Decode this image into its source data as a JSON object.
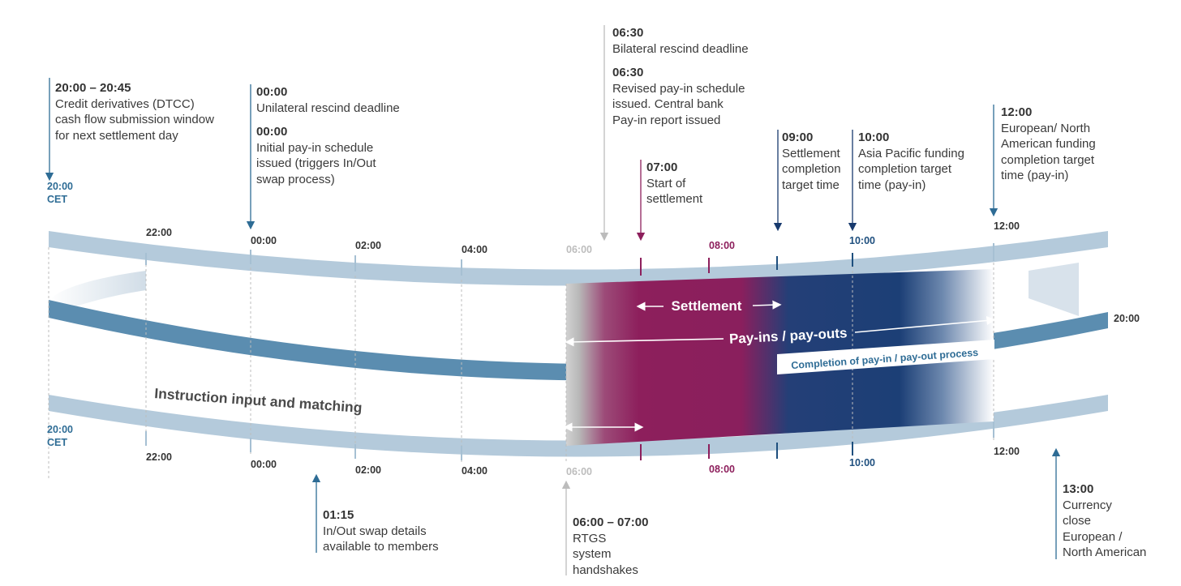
{
  "colors": {
    "ring_light": "#b4cadb",
    "ring_mid": "#5b8db0",
    "ring_dark_band": "#1e4f7e",
    "settlement_magenta": "#8d1f5c",
    "navy": "#183a6e",
    "arrow_blue": "#2e6c95",
    "grey": "#a8a8a8",
    "text": "#3a3a3a"
  },
  "top_annotations": [
    {
      "time": "20:00 – 20:45",
      "text": "Credit derivatives (DTCC)\ncash flow submission window\nfor next settlement day"
    },
    {
      "time": "00:00",
      "text": "Unilateral rescind deadline"
    },
    {
      "time": "00:00",
      "text": "Initial pay-in schedule\nissued (triggers In/Out\nswap process)"
    },
    {
      "time": "06:30",
      "text": "Bilateral rescind deadline"
    },
    {
      "time": "06:30",
      "text": "Revised pay-in schedule\nissued. Central bank\nPay-in report issued"
    },
    {
      "time": "07:00",
      "text": "Start of\nsettlement"
    },
    {
      "time": "09:00",
      "text": "Settlement\ncompletion\ntarget time"
    },
    {
      "time": "10:00",
      "text": "Asia Pacific funding\ncompletion target\ntime (pay-in)"
    },
    {
      "time": "12:00",
      "text": "European/ North\nAmerican funding\ncompletion target\ntime (pay-in)"
    }
  ],
  "bottom_annotations": [
    {
      "time": "01:15",
      "text": "In/Out swap details\navailable to members"
    },
    {
      "time": "06:00 – 07:00",
      "text": "RTGS\nsystem\nhandshakes"
    },
    {
      "time": "13:00",
      "text": "Currency\nclose\nEuropean /\nNorth American"
    }
  ],
  "top_ticks": [
    "20:00\nCET",
    "22:00",
    "00:00",
    "02:00",
    "04:00",
    "06:00",
    "08:00",
    "10:00",
    "12:00",
    "20:00"
  ],
  "bottom_ticks": [
    "20:00\nCET",
    "22:00",
    "00:00",
    "02:00",
    "04:00",
    "06:00",
    "08:00",
    "10:00",
    "12:00"
  ],
  "band_labels": {
    "settlement": "Settlement",
    "payins": "Pay-ins / pay-outs",
    "completion": "Completion of pay-in / pay-out process",
    "instruction": "Instruction input and matching"
  }
}
